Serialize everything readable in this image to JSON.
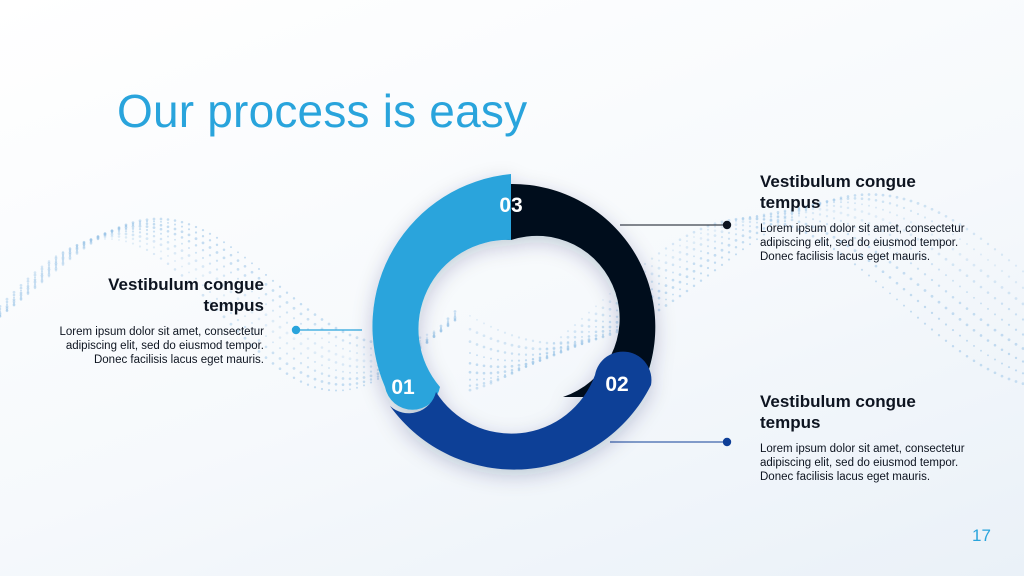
{
  "slide": {
    "title": "Our process is easy",
    "page_number": "17"
  },
  "steps": [
    {
      "label": "01",
      "color": "#29a4dc"
    },
    {
      "label": "02",
      "color": "#0e3f97"
    },
    {
      "label": "03",
      "color": "#050d1a"
    }
  ],
  "blocks": {
    "left": {
      "heading": "Vestibulum congue tempus",
      "body": "Lorem ipsum dolor sit amet, consectetur adipiscing elit, sed do eiusmod tempor. Donec facilisis lacus eget mauris."
    },
    "right_top": {
      "heading": "Vestibulum congue tempus",
      "body": "Lorem ipsum dolor sit amet, consectetur adipiscing elit, sed do eiusmod tempor. Donec facilisis lacus eget mauris."
    },
    "right_bottom": {
      "heading": "Vestibulum congue tempus",
      "body": "Lorem ipsum dolor sit amet, consectetur adipiscing elit, sed do eiusmod tempor. Donec facilisis lacus eget mauris."
    }
  },
  "colors": {
    "accent": "#29a4dc",
    "navy": "#0e3f97",
    "dark": "#050d1a",
    "text": "#0d1420"
  }
}
